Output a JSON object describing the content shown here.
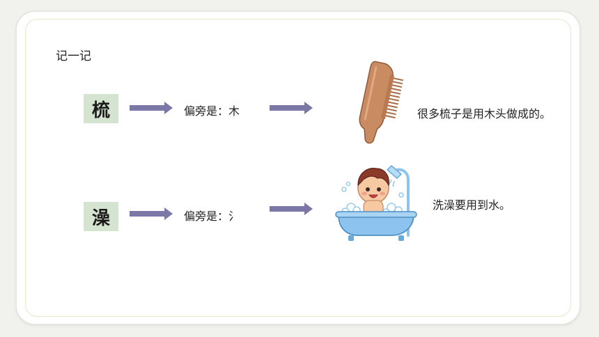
{
  "heading": "记一记",
  "rows": [
    {
      "character": "梳",
      "radical_label": "偏旁是：木",
      "description": "很多梳子是用木头做成的。"
    },
    {
      "character": "澡",
      "radical_label": "偏旁是：氵",
      "description": "洗澡要用到水。"
    }
  ],
  "icons": {
    "comb": "comb-illustration",
    "bath": "child-bathing-illustration"
  },
  "colors": {
    "char_box": "#d4e4d0",
    "arrow": "#7b78a8",
    "comb": "#c98b62",
    "tub": "#8cc4ef"
  }
}
